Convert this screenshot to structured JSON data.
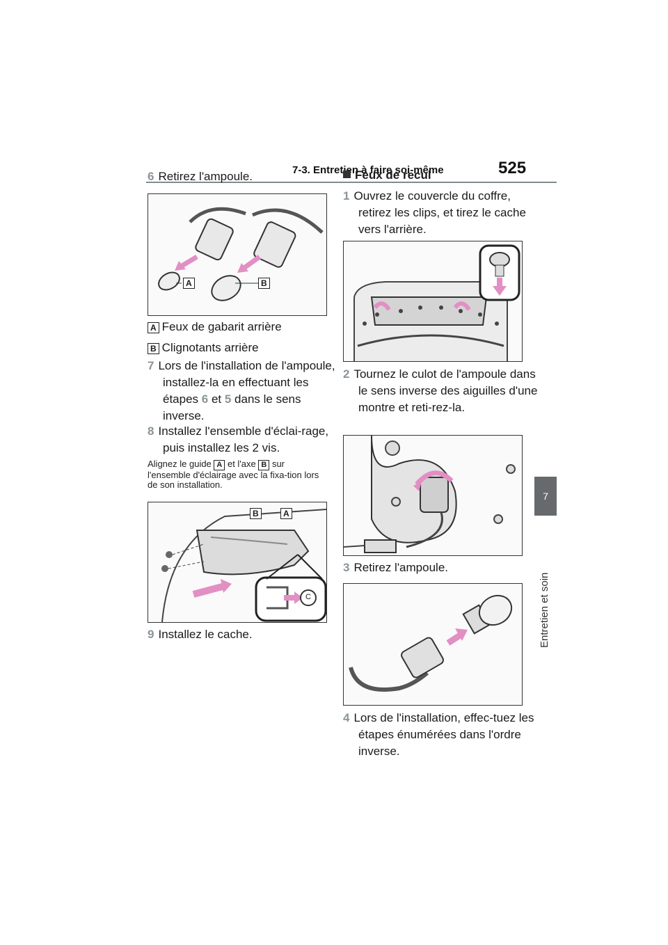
{
  "header": {
    "section": "7-3. Entretien à faire soi-même",
    "page_number": "525"
  },
  "side_tab": {
    "chapter": "7",
    "label": "Entretien et soin"
  },
  "left_column": {
    "step6": {
      "num": "6",
      "text": "Retirez l'ampoule."
    },
    "fig1": {
      "label_a": "A",
      "label_b": "B"
    },
    "legend": [
      {
        "badge": "A",
        "text": "Feux de gabarit arrière"
      },
      {
        "badge": "B",
        "text": "Clignotants arrière"
      }
    ],
    "step7": {
      "num": "7",
      "text_before": "Lors de l'installation de l'ampoule, installez-la en effectuant les étapes ",
      "ref1": "6",
      "mid": " et ",
      "ref2": "5",
      "text_after": " dans le sens inverse."
    },
    "step8": {
      "num": "8",
      "text": "Installez l'ensemble d'éclai-rage, puis installez les 2 vis."
    },
    "note": {
      "p1": "Alignez le guide ",
      "a": "A",
      "p2": " et l'axe ",
      "b": "B",
      "p3": " sur l'ensemble d'éclairage avec la fixa-tion lors de son installation."
    },
    "fig2": {
      "label_a": "A",
      "label_b": "B",
      "label_c": "C"
    },
    "step9": {
      "num": "9",
      "text": "Installez le cache."
    }
  },
  "right_column": {
    "section_title": "Feux de recul",
    "step1": {
      "num": "1",
      "text": "Ouvrez le couvercle du coffre, retirez les clips, et tirez le cache vers l'arrière."
    },
    "step2": {
      "num": "2",
      "text": "Tournez le culot de l'ampoule dans le sens inverse des aiguilles d'une montre et reti-rez-la."
    },
    "step3": {
      "num": "3",
      "text": "Retirez l'ampoule."
    },
    "step4": {
      "num": "4",
      "text": "Lors de l'installation, effec-tuez les étapes énumérées dans l'ordre inverse."
    }
  },
  "colors": {
    "accent_arrow": "#e28fc4",
    "step_number": "#8a9499",
    "tab": "#666a6d"
  }
}
